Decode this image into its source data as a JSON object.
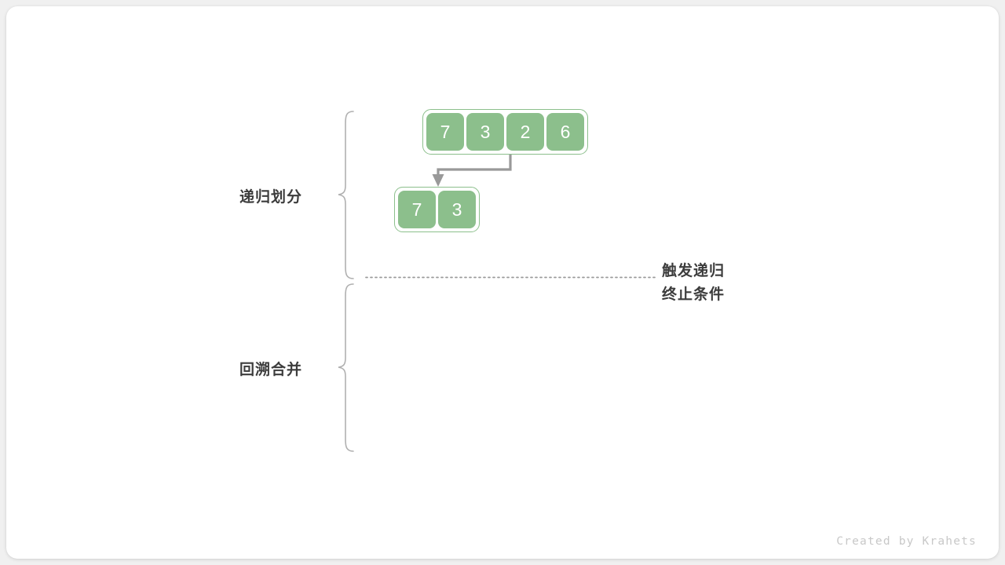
{
  "diagram": {
    "title": "merge-sort-recursion-divide-merge",
    "colors": {
      "cell_fill": "#8cbf8c",
      "cell_text": "#ffffff",
      "array_border": "#8cbf8c",
      "arrow": "#999999",
      "brace": "#b0b0b0",
      "dotted": "#9a9a9a",
      "label_text": "#3c3c3c",
      "card_bg": "#ffffff",
      "page_bg": "#f0f0f0",
      "credit_text": "#c8c8c8"
    },
    "phases": [
      {
        "label": "递归划分"
      },
      {
        "label": "回溯合并"
      }
    ],
    "arrays": [
      {
        "name": "root-array",
        "values": [
          "7",
          "3",
          "2",
          "6"
        ]
      },
      {
        "name": "left-subarray",
        "values": [
          "7",
          "3"
        ]
      }
    ],
    "divider": {
      "name": "recursion-terminate-divider",
      "style": "dotted",
      "note_lines": [
        "触发递归",
        "终止条件"
      ]
    },
    "arrows": [
      {
        "name": "divide-arrow",
        "from": "root-array",
        "to": "left-subarray"
      }
    ],
    "credit": "Created by Krahets"
  }
}
